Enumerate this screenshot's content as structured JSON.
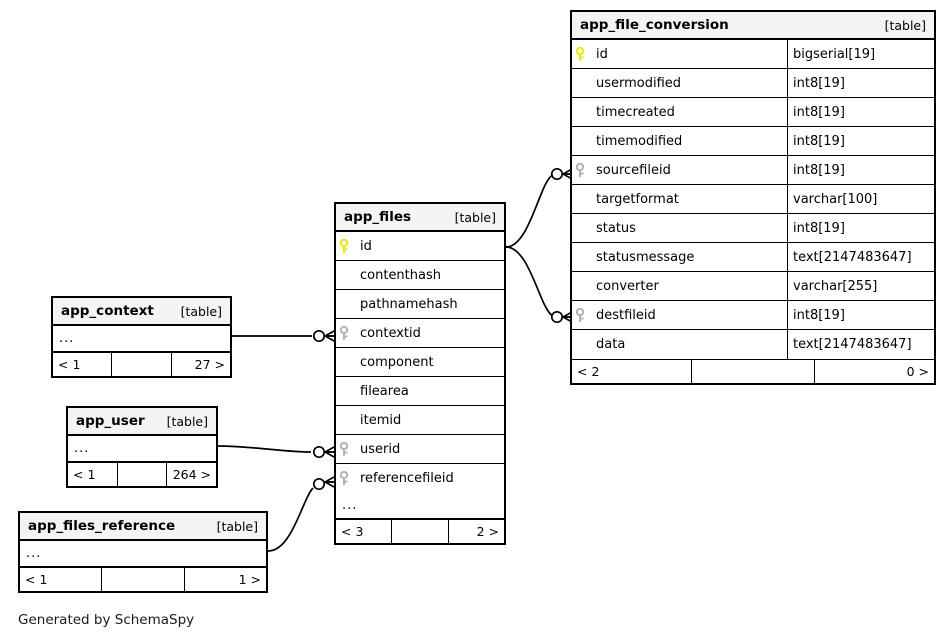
{
  "diagram": {
    "caption": "Generated by SchemaSpy",
    "table_tag": "[table]",
    "ellipsis": "...",
    "colors": {
      "primary_key": "#e8e80a",
      "foreign_key": "#b3b3b3",
      "border": "#000000",
      "header_bg": "#f4f4f4",
      "background": "#ffffff"
    }
  },
  "tables": {
    "app_file_conversion": {
      "name": "app_file_conversion",
      "tag": "[table]",
      "columns": [
        {
          "name": "id",
          "type": "bigserial[19]",
          "key": "primary-key-icon"
        },
        {
          "name": "usermodified",
          "type": "int8[19]",
          "key": "none"
        },
        {
          "name": "timecreated",
          "type": "int8[19]",
          "key": "none"
        },
        {
          "name": "timemodified",
          "type": "int8[19]",
          "key": "none"
        },
        {
          "name": "sourcefileid",
          "type": "int8[19]",
          "key": "foreign-key-icon"
        },
        {
          "name": "targetformat",
          "type": "varchar[100]",
          "key": "none"
        },
        {
          "name": "status",
          "type": "int8[19]",
          "key": "none"
        },
        {
          "name": "statusmessage",
          "type": "text[2147483647]",
          "key": "none"
        },
        {
          "name": "converter",
          "type": "varchar[255]",
          "key": "none"
        },
        {
          "name": "destfileid",
          "type": "int8[19]",
          "key": "foreign-key-icon"
        },
        {
          "name": "data",
          "type": "text[2147483647]",
          "key": "none"
        }
      ],
      "footer": {
        "left": "< 2",
        "middle": "",
        "right": "0 >"
      }
    },
    "app_files": {
      "name": "app_files",
      "tag": "[table]",
      "columns": [
        {
          "name": "id",
          "key": "primary-key-icon"
        },
        {
          "name": "contenthash",
          "key": "none"
        },
        {
          "name": "pathnamehash",
          "key": "none"
        },
        {
          "name": "contextid",
          "key": "foreign-key-icon"
        },
        {
          "name": "component",
          "key": "none"
        },
        {
          "name": "filearea",
          "key": "none"
        },
        {
          "name": "itemid",
          "key": "none"
        },
        {
          "name": "userid",
          "key": "foreign-key-icon"
        },
        {
          "name": "referencefileid",
          "key": "foreign-key-icon"
        }
      ],
      "more": "...",
      "footer": {
        "left": "< 3",
        "middle": "",
        "right": "2 >"
      }
    },
    "app_context": {
      "name": "app_context",
      "tag": "[table]",
      "more": "...",
      "footer": {
        "left": "< 1",
        "middle": "",
        "right": "27 >"
      }
    },
    "app_user": {
      "name": "app_user",
      "tag": "[table]",
      "more": "...",
      "footer": {
        "left": "< 1",
        "middle": "",
        "right": "264 >"
      }
    },
    "app_files_reference": {
      "name": "app_files_reference",
      "tag": "[table]",
      "more": "...",
      "footer": {
        "left": "< 1",
        "middle": "",
        "right": "1 >"
      }
    }
  }
}
